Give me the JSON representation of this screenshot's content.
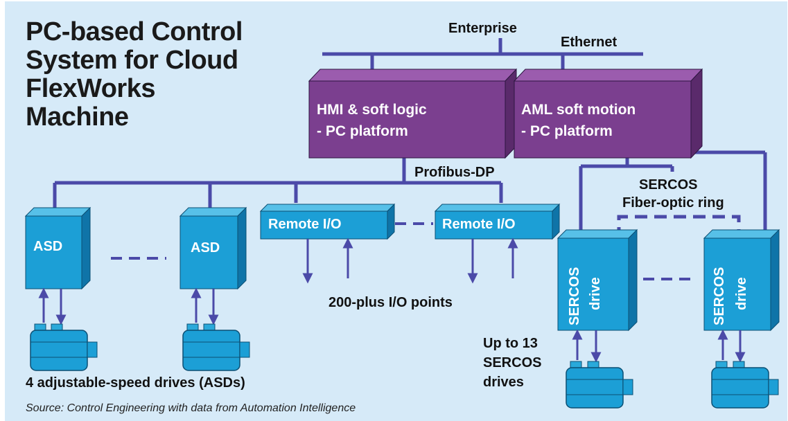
{
  "title_lines": [
    "PC-based Control",
    "System for Cloud",
    "FlexWorks",
    "Machine"
  ],
  "labels": {
    "enterprise": "Enterprise",
    "ethernet": "Ethernet",
    "profibus": "Profibus-DP",
    "sercos_ring_line1": "SERCOS",
    "sercos_ring_line2": "Fiber-optic ring",
    "io_points": "200-plus I/O points",
    "asd_caption": "4 adjustable-speed drives (ASDs)",
    "sercos_caption_line1": "Up to 13",
    "sercos_caption_line2": "SERCOS",
    "sercos_caption_line3": "drives",
    "source": "Source: Control Engineering with data from Automation Intelligence"
  },
  "boxes": {
    "hmi_line1": "HMI & soft logic",
    "hmi_line2": "- PC platform",
    "aml_line1": "AML soft motion",
    "aml_line2": "- PC platform",
    "asd": "ASD",
    "remote_io": "Remote I/O",
    "sercos_line1": "SERCOS",
    "sercos_line2": "drive"
  },
  "colors": {
    "background": "#d6eaf8",
    "bus_line": "#4b4aa8",
    "pc_box_front": "#7b3f8f",
    "pc_box_top": "#9b5cae",
    "pc_box_side": "#5a2a6b",
    "device_front": "#1c9fd6",
    "device_top": "#57c0e8",
    "device_side": "#0f74a8"
  }
}
